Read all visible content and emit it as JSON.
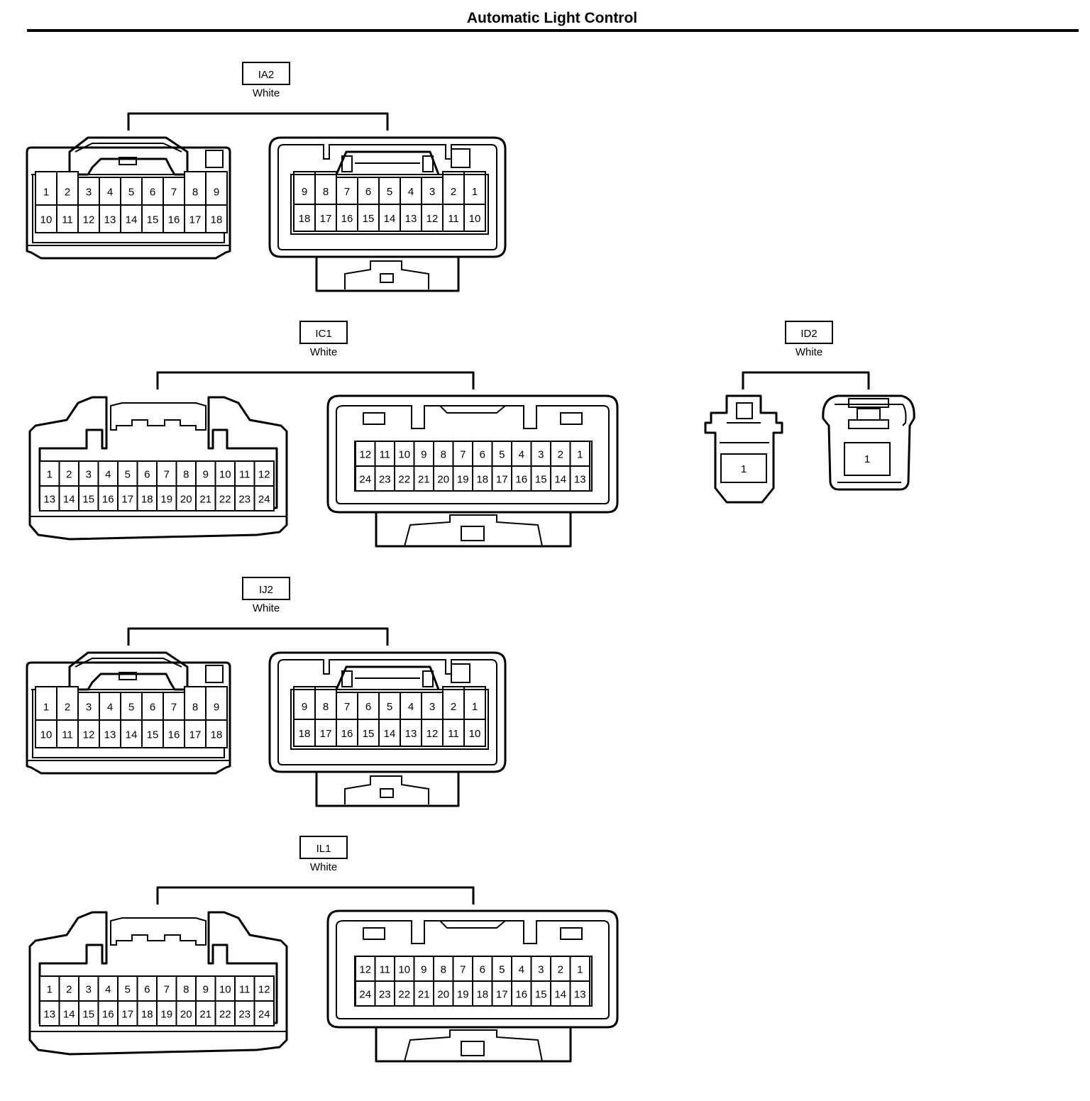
{
  "title": "Automatic Light Control",
  "connectors": [
    {
      "id": "IA2",
      "color": "White",
      "type": "18-pin",
      "male_pins_top": [
        "1",
        "2",
        "3",
        "4",
        "5",
        "6",
        "7",
        "8",
        "9"
      ],
      "male_pins_bottom": [
        "10",
        "11",
        "12",
        "13",
        "14",
        "15",
        "16",
        "17",
        "18"
      ],
      "female_pins_top": [
        "9",
        "8",
        "7",
        "6",
        "5",
        "4",
        "3",
        "2",
        "1"
      ],
      "female_pins_bottom": [
        "18",
        "17",
        "16",
        "15",
        "14",
        "13",
        "12",
        "11",
        "10"
      ]
    },
    {
      "id": "IC1",
      "color": "White",
      "type": "24-pin",
      "male_pins_top": [
        "1",
        "2",
        "3",
        "4",
        "5",
        "6",
        "7",
        "8",
        "9",
        "10",
        "11",
        "12"
      ],
      "male_pins_bottom": [
        "13",
        "14",
        "15",
        "16",
        "17",
        "18",
        "19",
        "20",
        "21",
        "22",
        "23",
        "24"
      ],
      "female_pins_top": [
        "12",
        "11",
        "10",
        "9",
        "8",
        "7",
        "6",
        "5",
        "4",
        "3",
        "2",
        "1"
      ],
      "female_pins_bottom": [
        "24",
        "23",
        "22",
        "21",
        "20",
        "19",
        "18",
        "17",
        "16",
        "15",
        "14",
        "13"
      ]
    },
    {
      "id": "ID2",
      "color": "White",
      "type": "1-pin",
      "male_pins_top": [
        "1"
      ],
      "male_pins_bottom": [],
      "female_pins_top": [
        "1"
      ],
      "female_pins_bottom": []
    },
    {
      "id": "IJ2",
      "color": "White",
      "type": "18-pin",
      "male_pins_top": [
        "1",
        "2",
        "3",
        "4",
        "5",
        "6",
        "7",
        "8",
        "9"
      ],
      "male_pins_bottom": [
        "10",
        "11",
        "12",
        "13",
        "14",
        "15",
        "16",
        "17",
        "18"
      ],
      "female_pins_top": [
        "9",
        "8",
        "7",
        "6",
        "5",
        "4",
        "3",
        "2",
        "1"
      ],
      "female_pins_bottom": [
        "18",
        "17",
        "16",
        "15",
        "14",
        "13",
        "12",
        "11",
        "10"
      ]
    },
    {
      "id": "IL1",
      "color": "White",
      "type": "24-pin",
      "male_pins_top": [
        "1",
        "2",
        "3",
        "4",
        "5",
        "6",
        "7",
        "8",
        "9",
        "10",
        "11",
        "12"
      ],
      "male_pins_bottom": [
        "13",
        "14",
        "15",
        "16",
        "17",
        "18",
        "19",
        "20",
        "21",
        "22",
        "23",
        "24"
      ],
      "female_pins_top": [
        "12",
        "11",
        "10",
        "9",
        "8",
        "7",
        "6",
        "5",
        "4",
        "3",
        "2",
        "1"
      ],
      "female_pins_bottom": [
        "24",
        "23",
        "22",
        "21",
        "20",
        "19",
        "18",
        "17",
        "16",
        "15",
        "14",
        "13"
      ]
    }
  ]
}
